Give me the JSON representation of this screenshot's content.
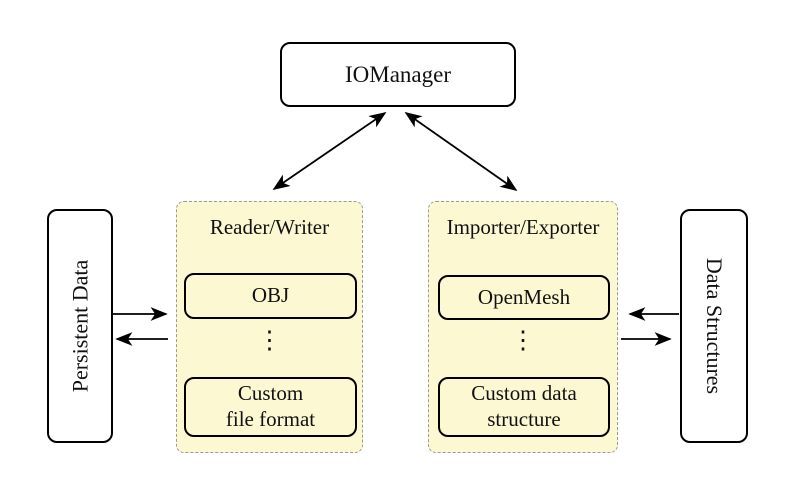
{
  "nodes": {
    "io_manager": {
      "label": "IOManager"
    },
    "persistent_data": {
      "label": "Persistent Data"
    },
    "data_structures": {
      "label": "Data Structures"
    }
  },
  "groups": {
    "reader_writer": {
      "title": "Reader/Writer",
      "items": [
        {
          "label": "OBJ"
        },
        {
          "label": "Custom\nfile format"
        }
      ],
      "ellipsis": "⋮"
    },
    "importer_exporter": {
      "title": "Importer/Exporter",
      "items": [
        {
          "label": "OpenMesh"
        },
        {
          "label": "Custom data\nstructure"
        }
      ],
      "ellipsis": "⋮"
    }
  },
  "edges": [
    {
      "from": "IOManager",
      "to": "Reader/Writer",
      "direction": "both"
    },
    {
      "from": "IOManager",
      "to": "Importer/Exporter",
      "direction": "both"
    },
    {
      "from": "Persistent Data",
      "to": "Reader/Writer",
      "direction": "forward"
    },
    {
      "from": "Reader/Writer",
      "to": "Persistent Data",
      "direction": "forward"
    },
    {
      "from": "Data Structures",
      "to": "Importer/Exporter",
      "direction": "forward"
    },
    {
      "from": "Importer/Exporter",
      "to": "Data Structures",
      "direction": "forward"
    }
  ],
  "colors": {
    "background": "#FFFFFF",
    "group_fill": "#FBF8D2",
    "group_border": "#9A9A9A",
    "node_border": "#000000",
    "node_fill": "#FFFFFF",
    "arrow": "#000000"
  }
}
